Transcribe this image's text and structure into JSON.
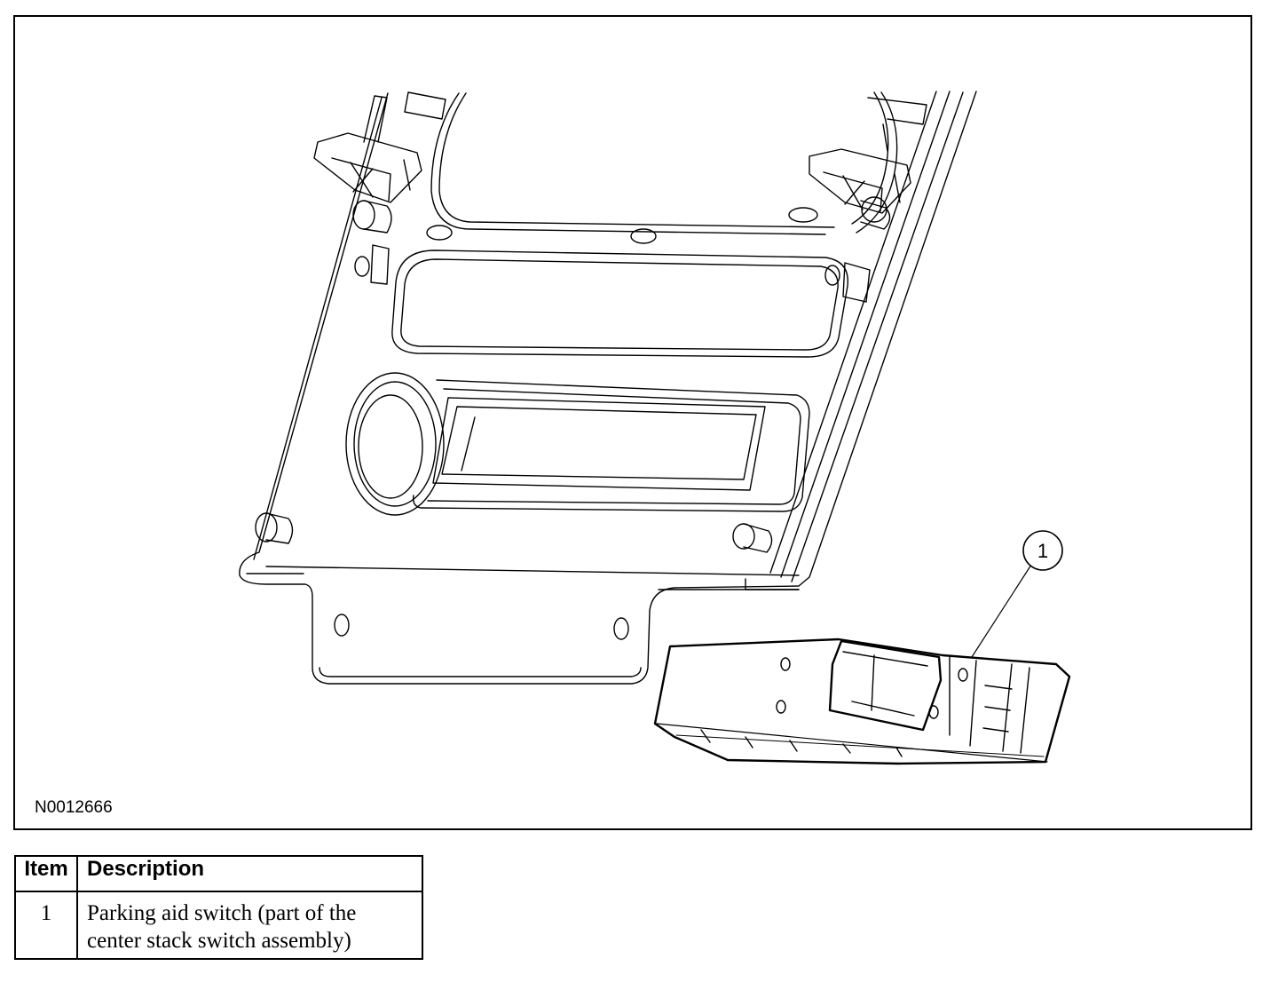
{
  "figure": {
    "id": "N0012666",
    "callouts": [
      {
        "label": "1"
      }
    ]
  },
  "legend": {
    "headers": {
      "item": "Item",
      "description": "Description"
    },
    "rows": [
      {
        "item": "1",
        "description": "Parking aid switch (part of the center stack switch assembly)"
      }
    ]
  }
}
